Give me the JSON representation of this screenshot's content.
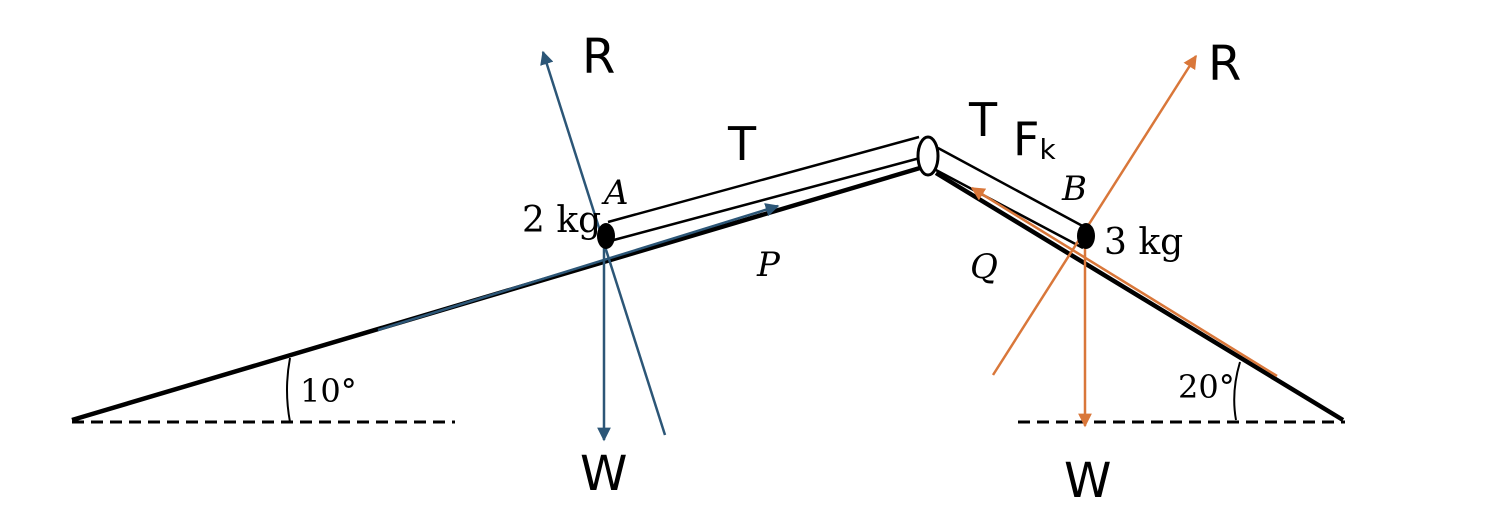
{
  "colors": {
    "left_forces": "#2c5677",
    "right_forces": "#d9773a",
    "structure": "#000000"
  },
  "left": {
    "mass_label": "2 kg",
    "point_label": "A",
    "force_arrow_label": "P",
    "angle_label": "10°",
    "reaction_label": "R",
    "tension_label": "T",
    "weight_label": "W"
  },
  "right": {
    "mass_label": "3 kg",
    "point_label": "B",
    "force_arrow_label": "Q",
    "angle_label": "20°",
    "reaction_label": "R",
    "tension_label": "T",
    "friction_label": "F",
    "friction_subscript": "k",
    "weight_label": "W"
  }
}
